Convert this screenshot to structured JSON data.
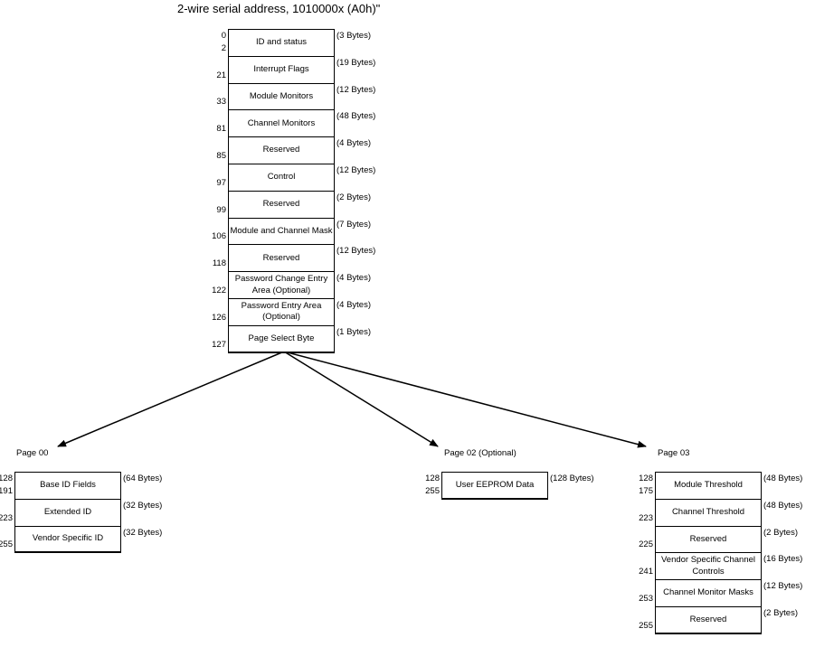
{
  "title": "2-wire serial address, 1010000x (A0h)\"",
  "lower_memory": {
    "start_address": "0",
    "rows": [
      {
        "label": "ID and status",
        "end_address": "2",
        "bytes": "(3 Bytes)"
      },
      {
        "label": "Interrupt Flags",
        "end_address": "21",
        "bytes": "(19 Bytes)"
      },
      {
        "label": "Module Monitors",
        "end_address": "33",
        "bytes": "(12 Bytes)"
      },
      {
        "label": "Channel Monitors",
        "end_address": "81",
        "bytes": "(48 Bytes)"
      },
      {
        "label": "Reserved",
        "end_address": "85",
        "bytes": "(4 Bytes)"
      },
      {
        "label": "Control",
        "end_address": "97",
        "bytes": "(12 Bytes)"
      },
      {
        "label": "Reserved",
        "end_address": "99",
        "bytes": "(2 Bytes)"
      },
      {
        "label": "Module  and Channel Mask",
        "end_address": "106",
        "bytes": "(7 Bytes)"
      },
      {
        "label": "Reserved",
        "end_address": "118",
        "bytes": "(12 Bytes)"
      },
      {
        "label": "Password Change Entry Area (Optional)",
        "end_address": "122",
        "bytes": "(4 Bytes)"
      },
      {
        "label": "Password Entry Area (Optional)",
        "end_address": "126",
        "bytes": "(4 Bytes)"
      },
      {
        "label": "Page Select Byte",
        "end_address": "127",
        "bytes": "(1 Bytes)"
      }
    ]
  },
  "pages": [
    {
      "label": "Page 00",
      "start_address": "128",
      "rows": [
        {
          "label": "Base ID Fields",
          "end_address": "191",
          "bytes": "(64 Bytes)"
        },
        {
          "label": "Extended ID",
          "end_address": "223",
          "bytes": "(32 Bytes)"
        },
        {
          "label": "Vendor Specific ID",
          "end_address": "255",
          "bytes": "(32 Bytes)"
        }
      ]
    },
    {
      "label": "Page 02 (Optional)",
      "start_address": "128",
      "rows": [
        {
          "label": "User EEPROM Data",
          "end_address": "255",
          "bytes": "(128 Bytes)"
        }
      ]
    },
    {
      "label": "Page 03",
      "start_address": "128",
      "rows": [
        {
          "label": "Module Threshold",
          "end_address": "175",
          "bytes": "(48 Bytes)"
        },
        {
          "label": "Channel Threshold",
          "end_address": "223",
          "bytes": "(48 Bytes)"
        },
        {
          "label": "Reserved",
          "end_address": "225",
          "bytes": "(2 Bytes)"
        },
        {
          "label": "Vendor Specific Channel Controls",
          "end_address": "241",
          "bytes": "(16 Bytes)"
        },
        {
          "label": "Channel Monitor Masks",
          "end_address": "253",
          "bytes": "(12 Bytes)"
        },
        {
          "label": "Reserved",
          "end_address": "255",
          "bytes": "(2 Bytes)"
        }
      ]
    }
  ],
  "colors": {
    "line": "#000000",
    "background": "#ffffff"
  }
}
